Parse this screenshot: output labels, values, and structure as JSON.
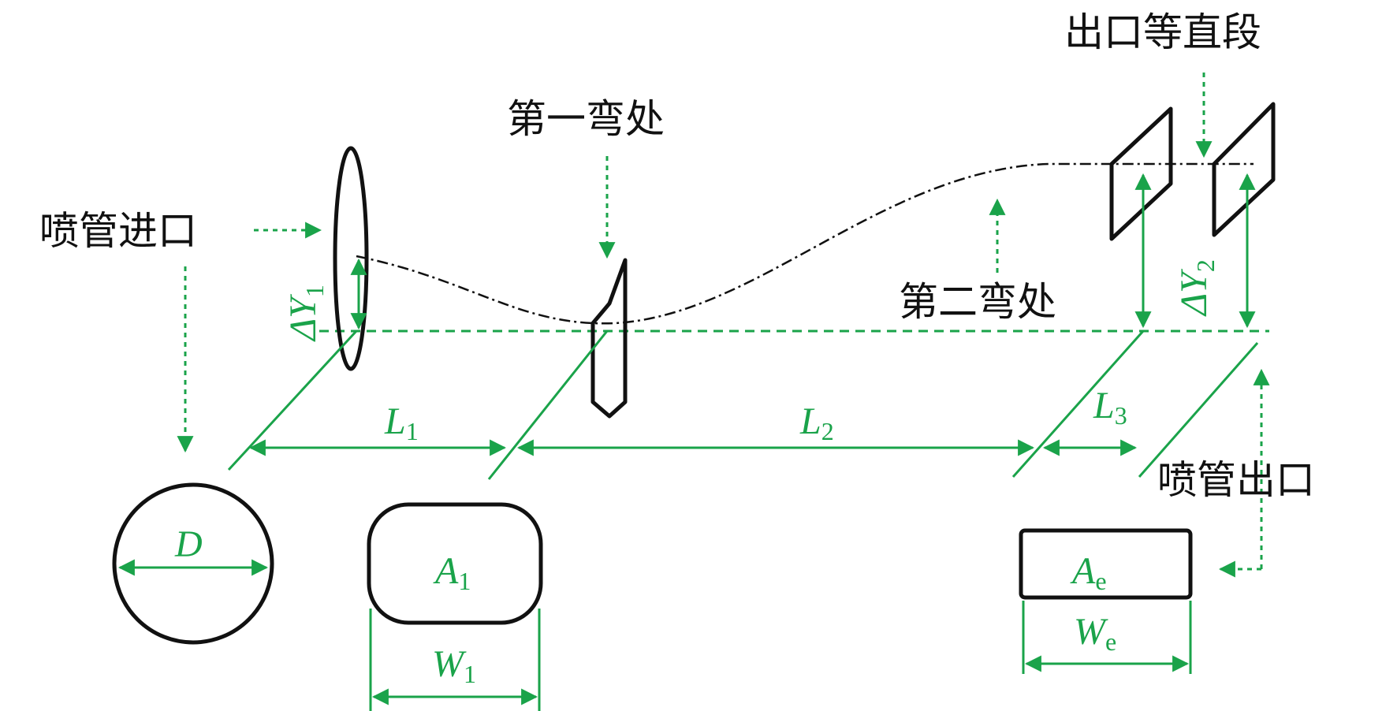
{
  "labels": {
    "nozzle_inlet": "喷管进口",
    "first_bend": "第一弯处",
    "second_bend": "第二弯处",
    "outlet_straight": "出口等直段",
    "nozzle_outlet": "喷管出口"
  },
  "symbols": {
    "dy1": {
      "main": "ΔY",
      "sub": "1"
    },
    "dy2": {
      "main": "ΔY",
      "sub": "2"
    },
    "l1": {
      "main": "L",
      "sub": "1"
    },
    "l2": {
      "main": "L",
      "sub": "2"
    },
    "l3": {
      "main": "L",
      "sub": "3"
    },
    "d": {
      "main": "D"
    },
    "a1": {
      "main": "A",
      "sub": "1"
    },
    "ae": {
      "main": "A",
      "sub": "e"
    },
    "w1": {
      "main": "W",
      "sub": "1"
    },
    "we": {
      "main": "W",
      "sub": "e"
    }
  },
  "colors": {
    "accent": "#1aa34a",
    "outline": "#111111",
    "background": "#ffffff"
  }
}
